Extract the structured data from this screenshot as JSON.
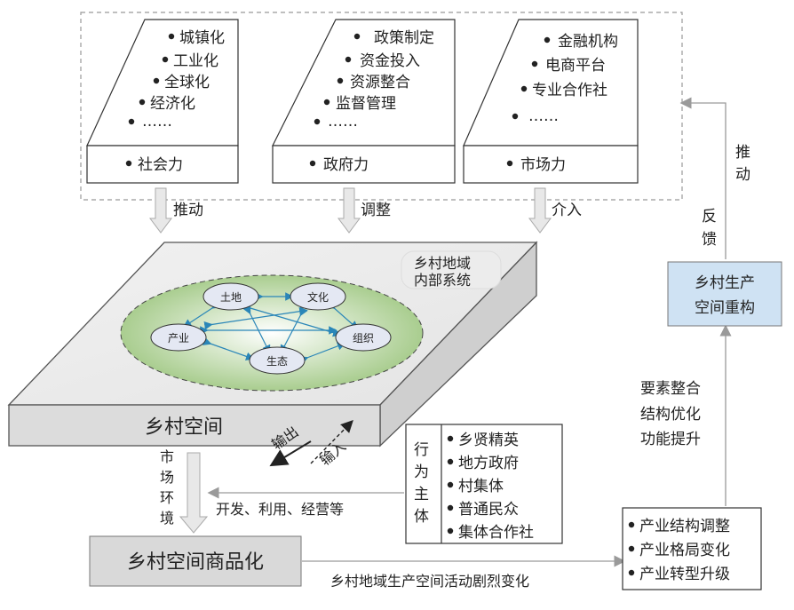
{
  "forces": [
    {
      "items": [
        "城镇化",
        "工业化",
        "全球化",
        "经济化",
        "……"
      ],
      "label": "社会力",
      "arrow_label": "推动"
    },
    {
      "items": [
        "政策制定",
        "资金投入",
        "资源整合",
        "监督管理",
        "……"
      ],
      "label": "政府力",
      "arrow_label": "调整"
    },
    {
      "items": [
        "金融机构",
        "电商平台",
        "专业合作社",
        "……"
      ],
      "label": "市场力",
      "arrow_label": "介入"
    }
  ],
  "rural_space": {
    "title": "乡村空间",
    "internal_system_label": [
      "乡村地域",
      "内部系统"
    ],
    "nodes": {
      "land": "土地",
      "culture": "文化",
      "industry": "产业",
      "organization": "组织",
      "ecology": "生态"
    }
  },
  "actors": {
    "title": [
      "行",
      "为",
      "主",
      "体"
    ],
    "items": [
      "乡贤精英",
      "地方政府",
      "村集体",
      "普通民众",
      "集体合作社"
    ]
  },
  "io": {
    "output": "输出",
    "input": "输入"
  },
  "market_environment": [
    "市",
    "场",
    "环",
    "境"
  ],
  "develop_label": "开发、利用、经营等",
  "commercialization": "乡村空间商品化",
  "bottom_label": "乡村地域生产空间活动剧烈变化",
  "industry_box": [
    "产业结构调整",
    "产业格局变化",
    "产业转型升级"
  ],
  "integration_label": [
    "要素整合",
    "结构优化",
    "功能提升"
  ],
  "reconstruction": [
    "乡村生产",
    "空间重构"
  ],
  "feedback": [
    "反",
    "馈"
  ],
  "push": [
    "推",
    "动"
  ]
}
